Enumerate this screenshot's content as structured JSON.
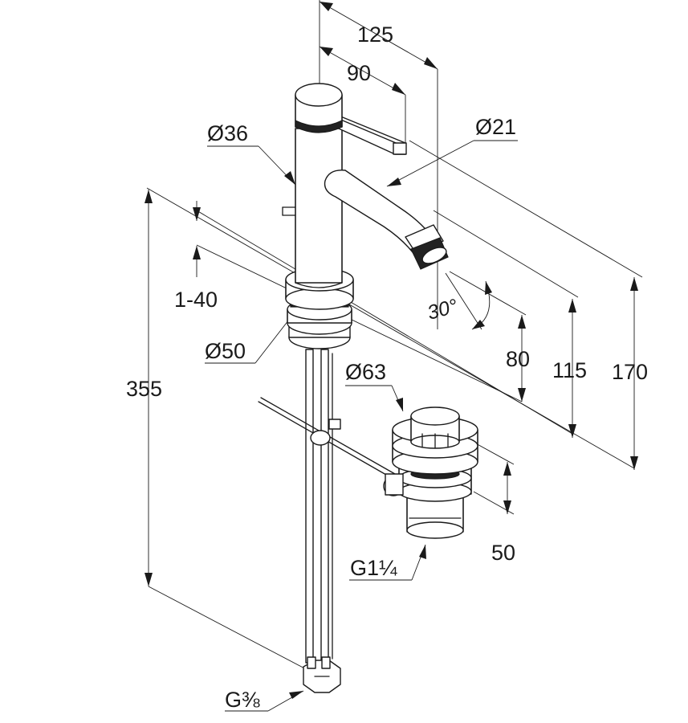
{
  "labels": {
    "dim_125": "125",
    "dim_90": "90",
    "dia_36": "Ø36",
    "dia_21": "Ø21",
    "range_1_40": "1-40",
    "angle_30": "30°",
    "dia_50": "Ø50",
    "dim_80": "80",
    "dim_115": "115",
    "dim_170": "170",
    "dim_355": "355",
    "dia_63": "Ø63",
    "dim_50": "50",
    "thread_g114": "G1¼",
    "thread_g38": "G⅜"
  }
}
